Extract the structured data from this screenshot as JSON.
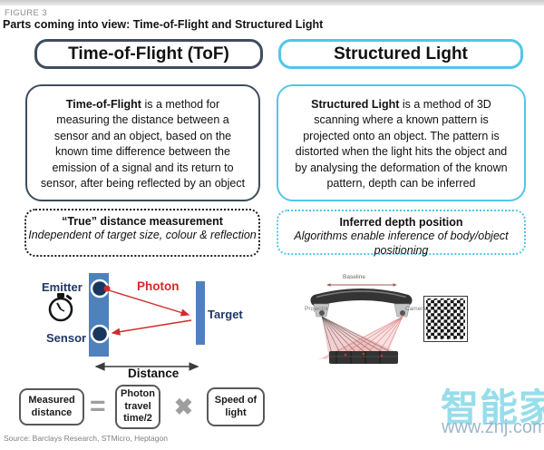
{
  "figure": {
    "label": "FIGURE 3",
    "title": "Parts coming into view: Time-of-Flight and Structured Light"
  },
  "tof": {
    "header": "Time-of-Flight (ToF)",
    "desc_bold": "Time-of-Flight",
    "desc_rest": " is a method for measuring the distance between a sensor and an object, based on the known time difference between the emission of a signal and its return to sensor, after being reflected by an object",
    "callout_title": "“True” distance measurement",
    "callout_sub": "Independent of target size, colour & reflection",
    "accent_color": "#3f4d5e"
  },
  "sl": {
    "header": "Structured Light",
    "desc_bold": "Structured Light",
    "desc_rest": " is a method of 3D scanning where a known pattern is projected onto an object. The pattern is distorted when the light hits the object and by analysing the deformation of the known pattern, depth can be inferred",
    "callout_title": "Inferred depth position",
    "callout_sub": "Algorithms enable inference of body/object positioning",
    "accent_color": "#52c6e8"
  },
  "tof_diagram": {
    "emitter_label": "Emitter",
    "sensor_label": "Sensor",
    "photon_label": "Photon",
    "target_label": "Target",
    "distance_label": "Distance",
    "colors": {
      "bar_blue": "#4f81bd",
      "dot_navy": "#17375e",
      "label_navy": "#1f3864",
      "photon_red": "#d42a2a"
    },
    "formula": {
      "result": "Measured distance",
      "equals": "=",
      "operand1": "Photon travel time/2",
      "times": "✖",
      "operand2": "Speed of light"
    }
  },
  "sl_diagram": {
    "baseline_label": "Baseline",
    "projector_label": "Projector",
    "camera_label": "Camera"
  },
  "watermark": {
    "brand": "智能家",
    "url": "www.znj.com"
  },
  "source": "Source: Barclays Research, STMicro, Heptagon"
}
